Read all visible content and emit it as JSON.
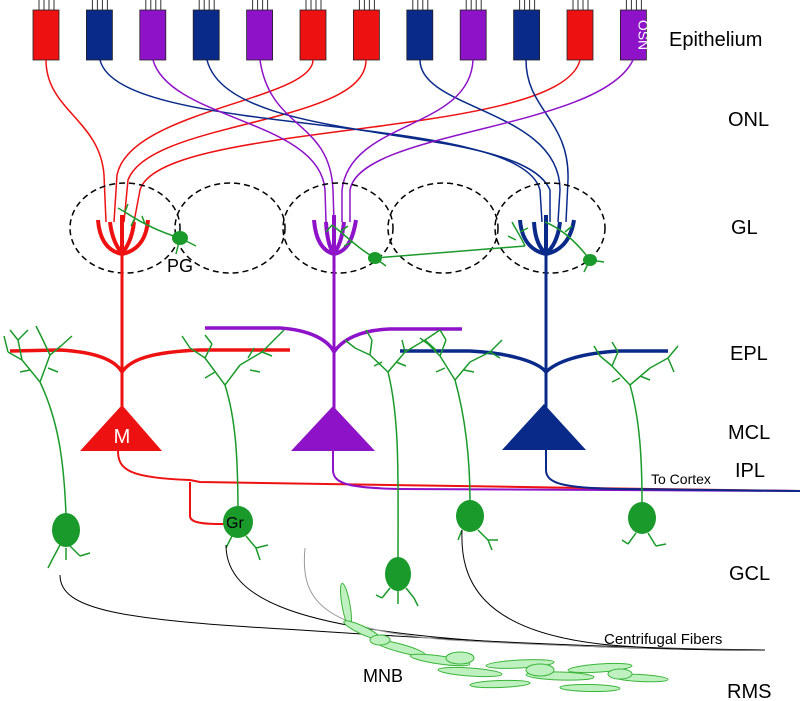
{
  "layers": {
    "epithelium": "Epithelium",
    "onl": "ONL",
    "gl": "GL",
    "epl": "EPL",
    "mcl": "MCL",
    "ipl": "IPL",
    "gcl": "GCL",
    "rms": "RMS"
  },
  "labels": {
    "osn": "OSN",
    "pg": "PG",
    "mitral": "M",
    "granule": "Gr",
    "to_cortex": "To Cortex",
    "centrifugal": "Centrifugal Fibers",
    "mnb": "MNB"
  },
  "colors": {
    "red": "#ee1111",
    "blue": "#0a2a8a",
    "purple": "#8e12c8",
    "green": "#1a9a2a",
    "black": "#000000"
  },
  "receptor_colors": [
    "red",
    "blue",
    "purple",
    "blue",
    "purple",
    "red",
    "red",
    "blue",
    "purple",
    "blue",
    "red",
    "purple"
  ]
}
